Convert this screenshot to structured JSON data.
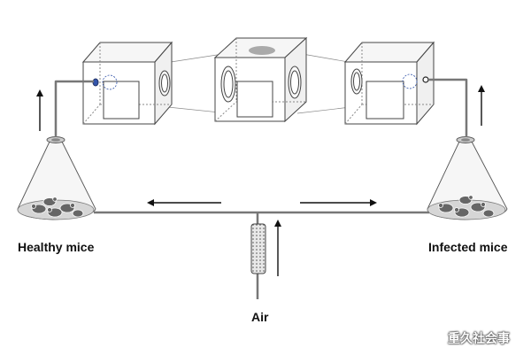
{
  "labels": {
    "healthy": "Healthy mice",
    "infected": "Infected mice",
    "air": "Air"
  },
  "watermark": "重久社会事",
  "colors": {
    "line": "#555555",
    "box_edge": "#444444",
    "tube": "#777777",
    "mouse": "#666666",
    "filter_fill": "#dddddd"
  }
}
